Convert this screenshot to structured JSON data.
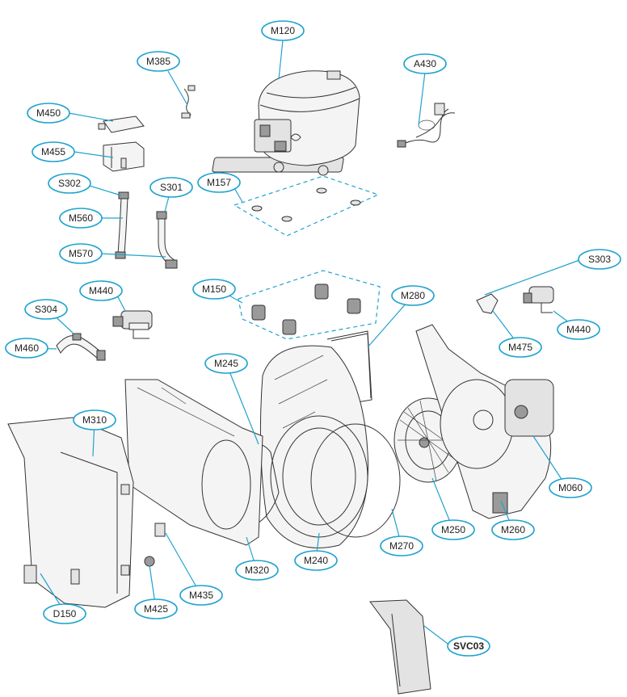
{
  "labels": {
    "M120": "M120",
    "M385": "M385",
    "A430": "A430",
    "M450": "M450",
    "M455": "M455",
    "M157": "M157",
    "S302": "S302",
    "S301": "S301",
    "M560": "M560",
    "M570": "M570",
    "S303": "S303",
    "M150": "M150",
    "M440a": "M440",
    "M280": "M280",
    "S304": "S304",
    "M475": "M475",
    "M440b": "M440",
    "M460": "M460",
    "M245": "M245",
    "M310": "M310",
    "M060": "M060",
    "M250": "M250",
    "M260": "M260",
    "M270": "M270",
    "M320": "M320",
    "M240": "M240",
    "M435": "M435",
    "D150": "D150",
    "M425": "M425",
    "SVC03": "SVC03"
  },
  "colors": {
    "callout_stroke": "#1fa3cf",
    "line_art": "#333333"
  }
}
